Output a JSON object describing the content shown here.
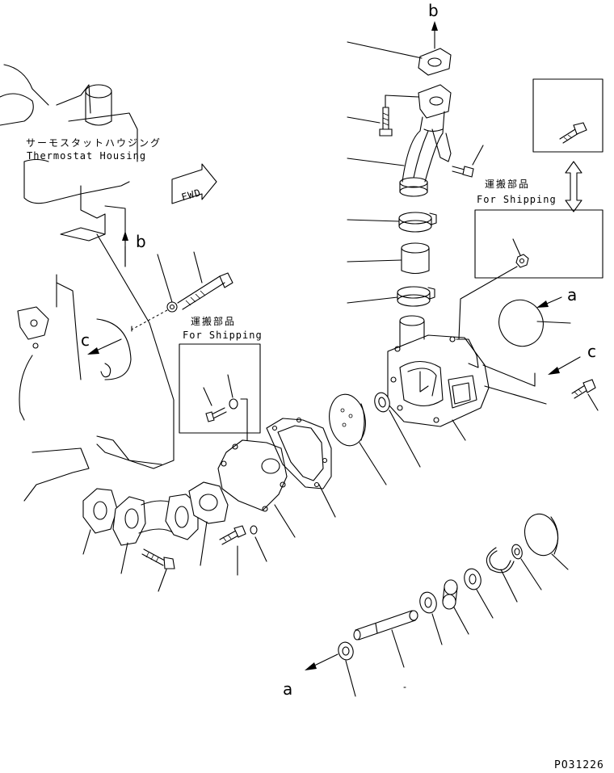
{
  "labels": {
    "thermostat_housing_jp": "サーモスタットハウジング",
    "thermostat_housing_en": "Thermostat Housing",
    "fwd": "FWD",
    "shipping_jp": "運搬部品",
    "shipping_en": "For Shipping"
  },
  "refs": {
    "a": "a",
    "b": "b",
    "c": "c"
  },
  "drawing_code": "PO31226"
}
